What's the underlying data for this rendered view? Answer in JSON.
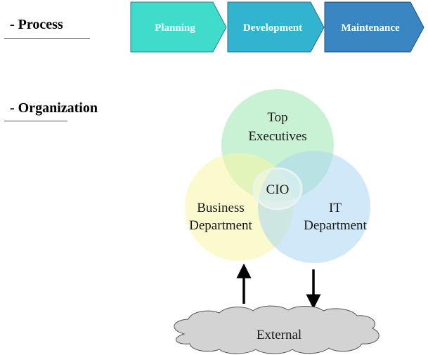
{
  "sections": {
    "process": "- Process",
    "organization": "- Organization"
  },
  "process_steps": [
    {
      "label": "Planning",
      "color": "#3FDCCB"
    },
    {
      "label": "Development",
      "color": "#32B4D0"
    },
    {
      "label": "Maintenance",
      "color": "#3A86C2"
    }
  ],
  "venn": {
    "top": {
      "line1": "Top",
      "line2": "Executives",
      "color": "#9DE5B0"
    },
    "left": {
      "line1": "Business",
      "line2": "Department",
      "color": "#F8F5A5"
    },
    "right": {
      "line1": "IT",
      "line2": "Department",
      "color": "#A9D6F0"
    },
    "center": {
      "label": "CIO"
    }
  },
  "external": {
    "label": "External",
    "color": "#D3D3D3"
  }
}
